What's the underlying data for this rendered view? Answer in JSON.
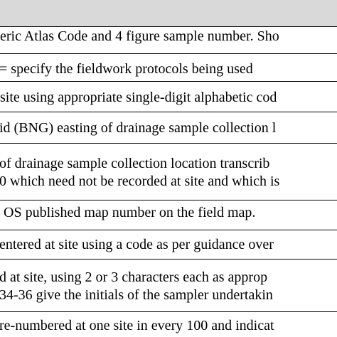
{
  "table": {
    "header_fill": "#d9d9d9",
    "rows": [
      {
        "lines": [
          "eric Atlas Code and 4 figure sample number. Sho"
        ]
      },
      {
        "lines": [
          "= specify the fieldwork protocols being used"
        ]
      },
      {
        "lines": [
          "site using appropriate single-digit alphabetic cod"
        ]
      },
      {
        "lines": [
          "id (BNG) easting of drainage sample collection l"
        ]
      },
      {
        "lines": [
          " of drainage sample collection location transcrib",
          "0 which need not be recorded at site and which is"
        ]
      },
      {
        "lines": [
          "OS published map number on the field map."
        ]
      },
      {
        "lines": [
          "entered at site using a code as per guidance over"
        ]
      },
      {
        "lines": [
          "d at site, using 2 or 3 characters each as approp",
          "34-36 give the initials of the sampler undertakin"
        ]
      },
      {
        "lines": [
          "re-numbered at one site in every 100 and indicat"
        ]
      }
    ]
  }
}
